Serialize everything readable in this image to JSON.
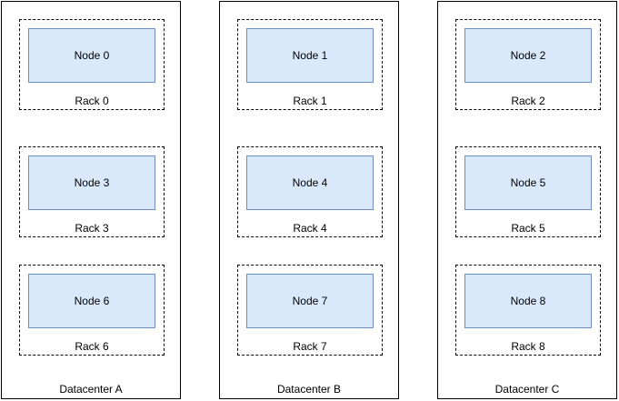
{
  "datacenters": [
    {
      "label": "Datacenter A",
      "racks": [
        {
          "label": "Rack 0",
          "node": "Node 0"
        },
        {
          "label": "Rack 3",
          "node": "Node 3"
        },
        {
          "label": "Rack 6",
          "node": "Node 6"
        }
      ]
    },
    {
      "label": "Datacenter B",
      "racks": [
        {
          "label": "Rack 1",
          "node": "Node 1"
        },
        {
          "label": "Rack 4",
          "node": "Node 4"
        },
        {
          "label": "Rack 7",
          "node": "Node 7"
        }
      ]
    },
    {
      "label": "Datacenter C",
      "racks": [
        {
          "label": "Rack 2",
          "node": "Node 2"
        },
        {
          "label": "Rack 5",
          "node": "Node 5"
        },
        {
          "label": "Rack 8",
          "node": "Node 8"
        }
      ]
    }
  ],
  "colors": {
    "node_fill": "#dae8fc",
    "node_border": "#6c8ebf",
    "border": "#000000"
  }
}
